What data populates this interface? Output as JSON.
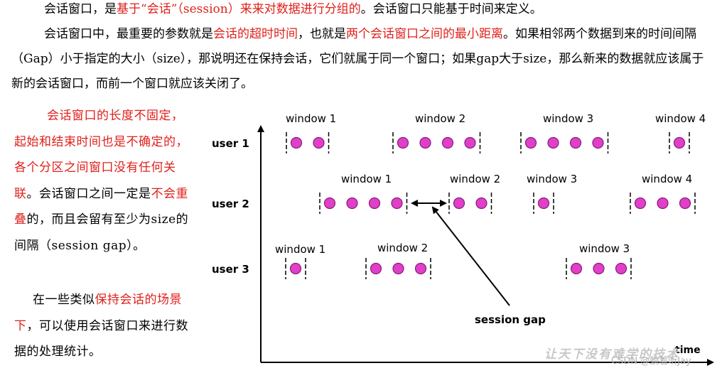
{
  "text": {
    "p1": [
      {
        "t": "会话窗口，是",
        "red": false
      },
      {
        "t": "基于“会话”（session）来来对数据进行分组的",
        "red": true
      },
      {
        "t": "。会话窗口只能基于时间来定义。",
        "red": false
      }
    ],
    "p2": [
      {
        "t": "会话窗口中，最重要的参数就是",
        "red": false
      },
      {
        "t": "会话的超时时间",
        "red": true
      },
      {
        "t": "，也就是",
        "red": false
      },
      {
        "t": "两个会话窗口之间的最小距离",
        "red": true
      },
      {
        "t": "。如果相邻两个数据到来的时间间隔（Gap）小于指定的大小（size），那说明还在保持会话，它们就属于同一个窗口；如果gap大于size，那么新来的数据就应该属于新的会话窗口，而前一个窗口就应该关闭了。",
        "red": false
      }
    ],
    "p3": [
      {
        "t": "会话窗口的长度不固定，起始和结束时间也是不确定的，各个分区之间窗口没有任何关联",
        "red": true
      },
      {
        "t": "。会话窗口之间一定是",
        "red": false
      },
      {
        "t": "不会重叠",
        "red": true
      },
      {
        "t": "的，而且会留有至少为size的间隔（session gap）。",
        "red": false
      }
    ],
    "p4": [
      {
        "t": "在一些类似",
        "red": false
      },
      {
        "t": "保持会话的场景下",
        "red": true
      },
      {
        "t": "，可以使用会话窗口来进行数据的处理统计。",
        "red": false
      }
    ]
  },
  "diagram": {
    "axis_label": "time",
    "gap_label": "session gap",
    "colors": {
      "dot_fill": "#e040c8",
      "dot_stroke": "#8a1a7a",
      "text": "#000000",
      "red": "#e0201b"
    },
    "users": [
      {
        "label": "user 1",
        "windows": [
          {
            "label": "window 1",
            "dots": 2
          },
          {
            "label": "window 2",
            "dots": 4
          },
          {
            "label": "window 3",
            "dots": 4
          },
          {
            "label": "window 4",
            "dots": 1
          }
        ]
      },
      {
        "label": "user 2",
        "windows": [
          {
            "label": "window 1",
            "dots": 4
          },
          {
            "label": "window 2",
            "dots": 2
          },
          {
            "label": "window 3",
            "dots": 1
          },
          {
            "label": "window 4",
            "dots": 3
          }
        ]
      },
      {
        "label": "user 3",
        "windows": [
          {
            "label": "window 1",
            "dots": 1
          },
          {
            "label": "window 2",
            "dots": 3
          },
          {
            "label": "window 3",
            "dots": 3
          }
        ]
      }
    ]
  },
  "watermark": {
    "handwritten": "让天下没有难学的技术",
    "csdn": "CSDN @躺着听Jay"
  }
}
